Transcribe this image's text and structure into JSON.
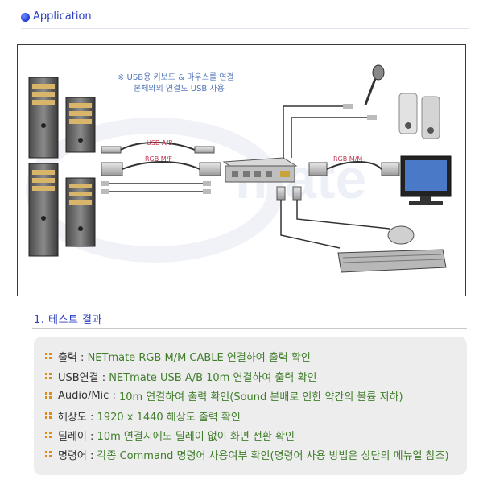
{
  "header": {
    "title": "Application"
  },
  "diagram": {
    "note_line1": "※ USB용 키보드 & 마우스를 연결",
    "note_line2": "본체와의 연결도 USB 사용",
    "label_usb_ab": "USB A/B",
    "label_rgb_mf": "RGB M/F",
    "label_rgb_mm": "RGB M/M",
    "watermark": "Netmate"
  },
  "section": {
    "title": "1. 테스트 결과"
  },
  "results": [
    {
      "key": "출력 : ",
      "value": "NETmate RGB M/M CABLE 연결하여 출력 확인"
    },
    {
      "key": "USB연결 : ",
      "value": "NETmate USB A/B 10m 연결하여 출력 확인"
    },
    {
      "key": "Audio/Mic : ",
      "value": "10m 연결하여 출력 확인(Sound 분배로 인한 약간의 볼륨 저하)"
    },
    {
      "key": "해상도 : ",
      "value": "1920 x 1440 해상도 출력 확인"
    },
    {
      "key": "딜레이 : ",
      "value": "10m 연결시에도 딜레이 없이 화면 전환 확인"
    },
    {
      "key": "명령어 : ",
      "value": "각종 Command 명령어 사용여부 확인(명령어 사용 방법은 상단의 메뉴얼 참조)"
    }
  ]
}
